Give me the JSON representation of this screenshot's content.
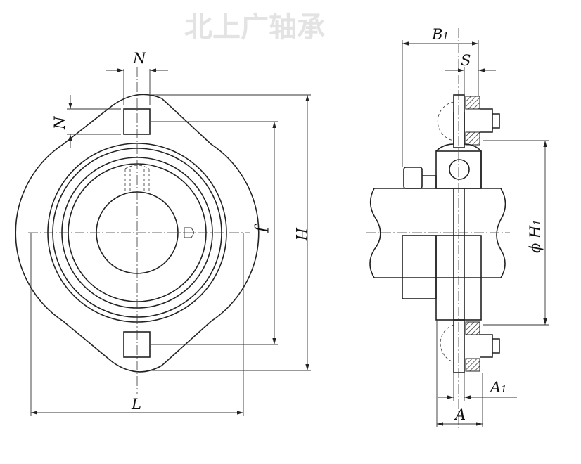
{
  "watermark": "北上广轴承",
  "labels": {
    "N_top": "N",
    "N_left": "N",
    "J": "J",
    "H": "H",
    "L": "L",
    "B1": "B",
    "B1_sub": "1",
    "S": "S",
    "A": "A",
    "A1": "A",
    "A1_sub": "1",
    "H1_prefix": "ϕ H",
    "H1_sub": "1"
  }
}
